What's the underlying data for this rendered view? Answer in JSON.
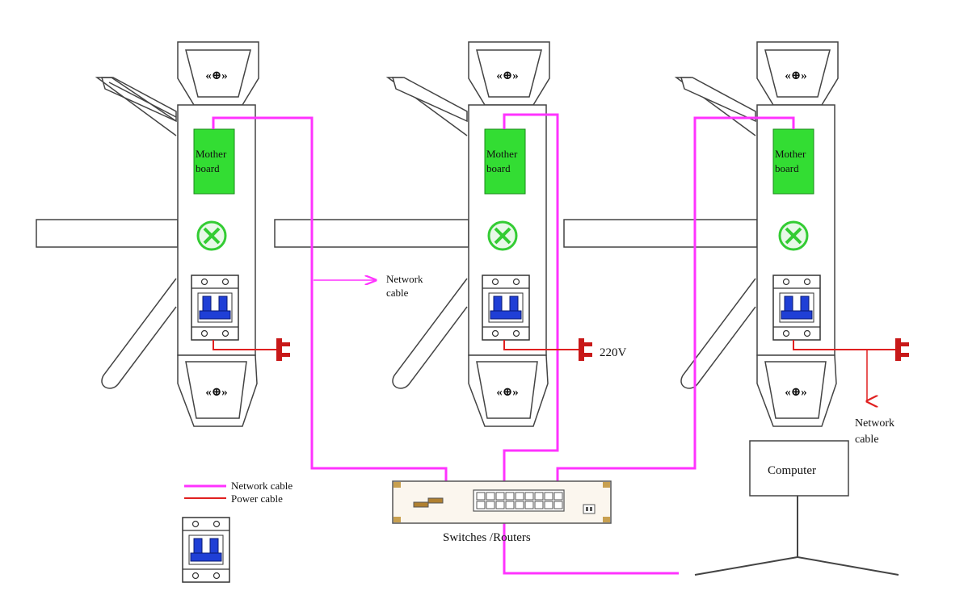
{
  "labels": {
    "motherboard_line1": "Mother",
    "motherboard_line2": "board",
    "network_cable_line1": "Network",
    "network_cable_line2": "cable",
    "voltage": "220V",
    "computer": "Computer",
    "switch": "Switches /Routers",
    "arrow_sign": "«⊕»"
  },
  "legend": {
    "network": "Network cable",
    "power": "Power cable"
  },
  "colors": {
    "network_cable": "#ff33ff",
    "power_cable": "#e02020",
    "plug": "#c81818",
    "motherboard": "#33dd33",
    "indicator": "#33cc33",
    "breaker_toggle": "#1f3fd6",
    "outline": "#333333"
  }
}
